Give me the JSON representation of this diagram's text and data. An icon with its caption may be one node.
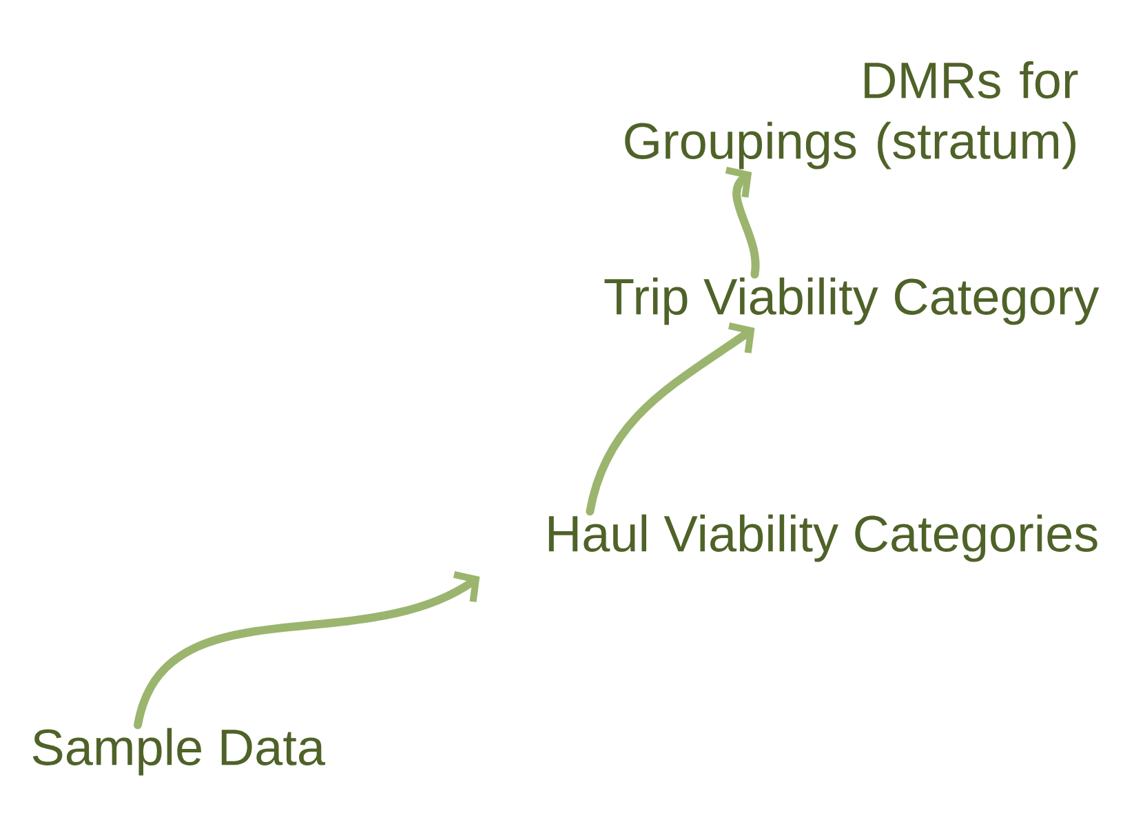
{
  "diagram": {
    "nodes": [
      {
        "text": [
          "Sample Data"
        ]
      },
      {
        "text": [
          "Haul Viability Categories"
        ]
      },
      {
        "text": [
          "Trip Viability Category"
        ]
      },
      {
        "text": [
          "DMRs for Groupings (stratum)"
        ]
      }
    ],
    "edges": [
      {
        "from": 0,
        "to": 1,
        "arrow": "to"
      },
      {
        "from": 1,
        "to": 2,
        "arrow": "to"
      },
      {
        "from": 2,
        "to": 3,
        "arrow": "to"
      }
    ]
  }
}
